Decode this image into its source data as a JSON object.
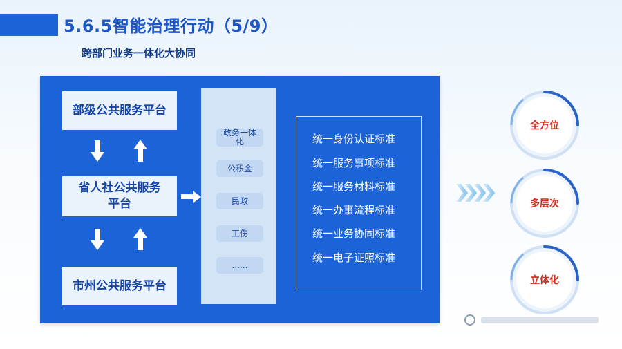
{
  "header": {
    "title": "5.6.5智能治理行动（5/9）",
    "subtitle": "跨部门业务一体化大协同"
  },
  "left_column": [
    {
      "label": "部级公共服务平台"
    },
    {
      "label": "省人社公共服务\n平台"
    },
    {
      "label": "市州公共服务平台"
    }
  ],
  "middle_items": [
    "政务一体\n化",
    "公积金",
    "民政",
    "工伤",
    "......"
  ],
  "standards": [
    "统一身份认证标准",
    "统一服务事项标准",
    "统一服务材料标准",
    "统一办事流程标准",
    "统一业务协同标准",
    "统一电子证照标准"
  ],
  "circles": [
    "全方位",
    "多层次",
    "立体化"
  ],
  "colors": {
    "panel": "#1c63d8",
    "title": "#1b55c8",
    "circle_text": "#d02b1b",
    "ring": "#2b64c7"
  },
  "icons": {
    "down": "arrow-down-icon",
    "up": "arrow-up-icon",
    "right": "arrow-right-icon",
    "chevrons": "chevrons-right-icon"
  }
}
